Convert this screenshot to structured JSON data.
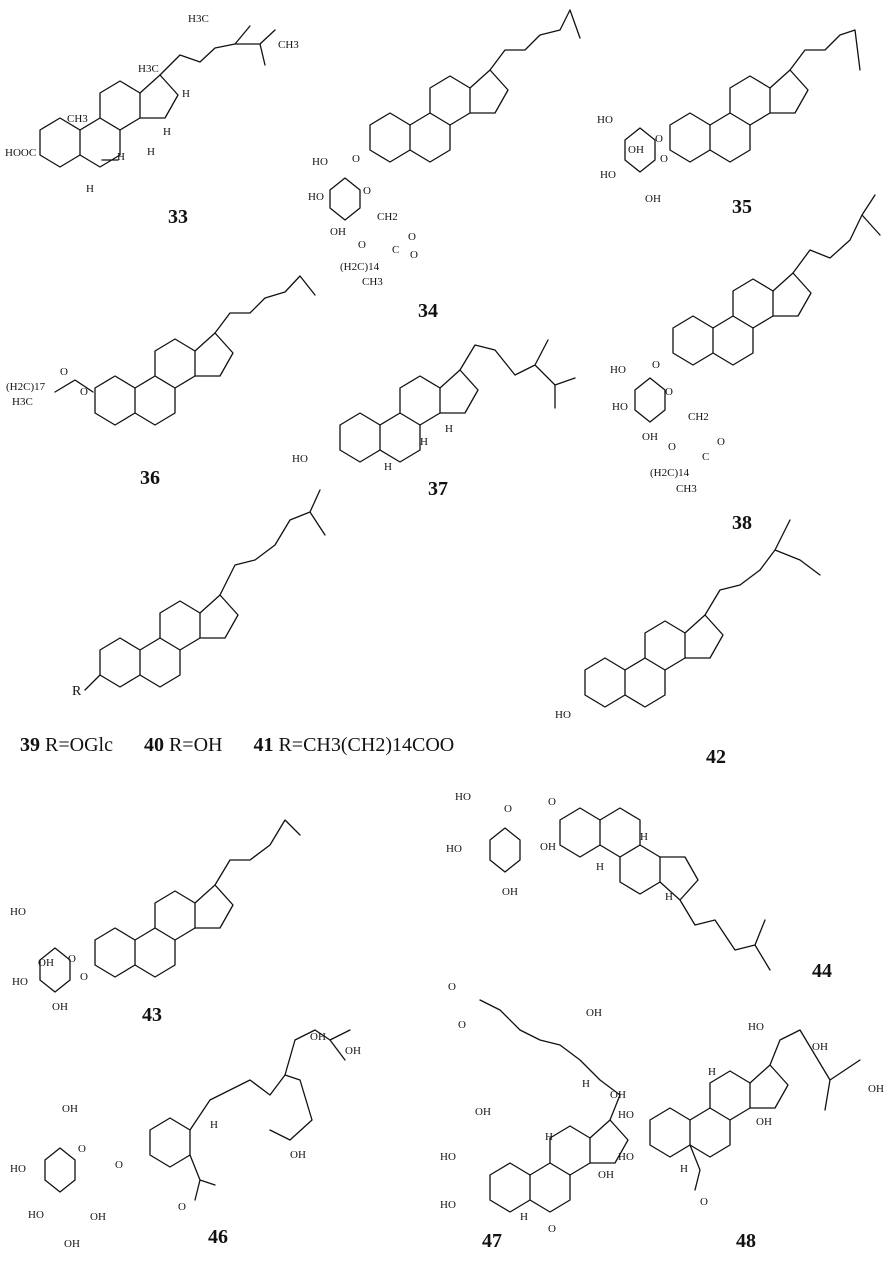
{
  "compounds": [
    {
      "id": "33",
      "labels": [
        "H3C",
        "H3C",
        "CH3",
        "H",
        "CH3",
        "H",
        "H",
        "H",
        "HOOC",
        "H"
      ]
    },
    {
      "id": "34",
      "labels": [
        "O",
        "HO",
        "O",
        "HO",
        "OH",
        "O",
        "CH2",
        "O",
        "C",
        "O",
        "(H2C)14",
        "CH3"
      ]
    },
    {
      "id": "35",
      "labels": [
        "HO",
        "O",
        "O",
        "OH",
        "HO",
        "OH"
      ]
    },
    {
      "id": "36",
      "labels": [
        "O",
        "(H2C)17",
        "H3C",
        "O"
      ]
    },
    {
      "id": "37",
      "labels": [
        "H",
        "H",
        "H",
        "HO"
      ]
    },
    {
      "id": "38",
      "labels": [
        "O",
        "HO",
        "O",
        "HO",
        "OH",
        "CH2",
        "O",
        "C",
        "O",
        "(H2C)14",
        "CH3"
      ]
    },
    {
      "id": "42",
      "labels": [
        "HO"
      ]
    },
    {
      "id": "43",
      "labels": [
        "HO",
        "O",
        "OH",
        "HO",
        "O",
        "OH"
      ]
    },
    {
      "id": "44",
      "labels": [
        "HO",
        "O",
        "O",
        "HO",
        "OH",
        "OH",
        "H",
        "H",
        "H"
      ]
    },
    {
      "id": "46",
      "labels": [
        "OH",
        "OH",
        "O",
        "HO",
        "OH",
        "O",
        "HO",
        "OH",
        "O",
        "H",
        "OH",
        "OH"
      ]
    },
    {
      "id": "47",
      "labels": [
        "O",
        "O",
        "OH",
        "OH",
        "OH",
        "H",
        "HO",
        "HO",
        "H",
        "OH",
        "O",
        "H"
      ]
    },
    {
      "id": "48",
      "labels": [
        "HO",
        "OH",
        "HO",
        "HO",
        "H",
        "OH",
        "OH",
        "H",
        "O"
      ]
    }
  ],
  "series_39_41": {
    "ring_label": "R",
    "items": [
      {
        "id": "39",
        "text": "R=OGlc"
      },
      {
        "id": "40",
        "text": "R=OH"
      },
      {
        "id": "41",
        "text": "R=CH3(CH2)14COO"
      }
    ]
  }
}
